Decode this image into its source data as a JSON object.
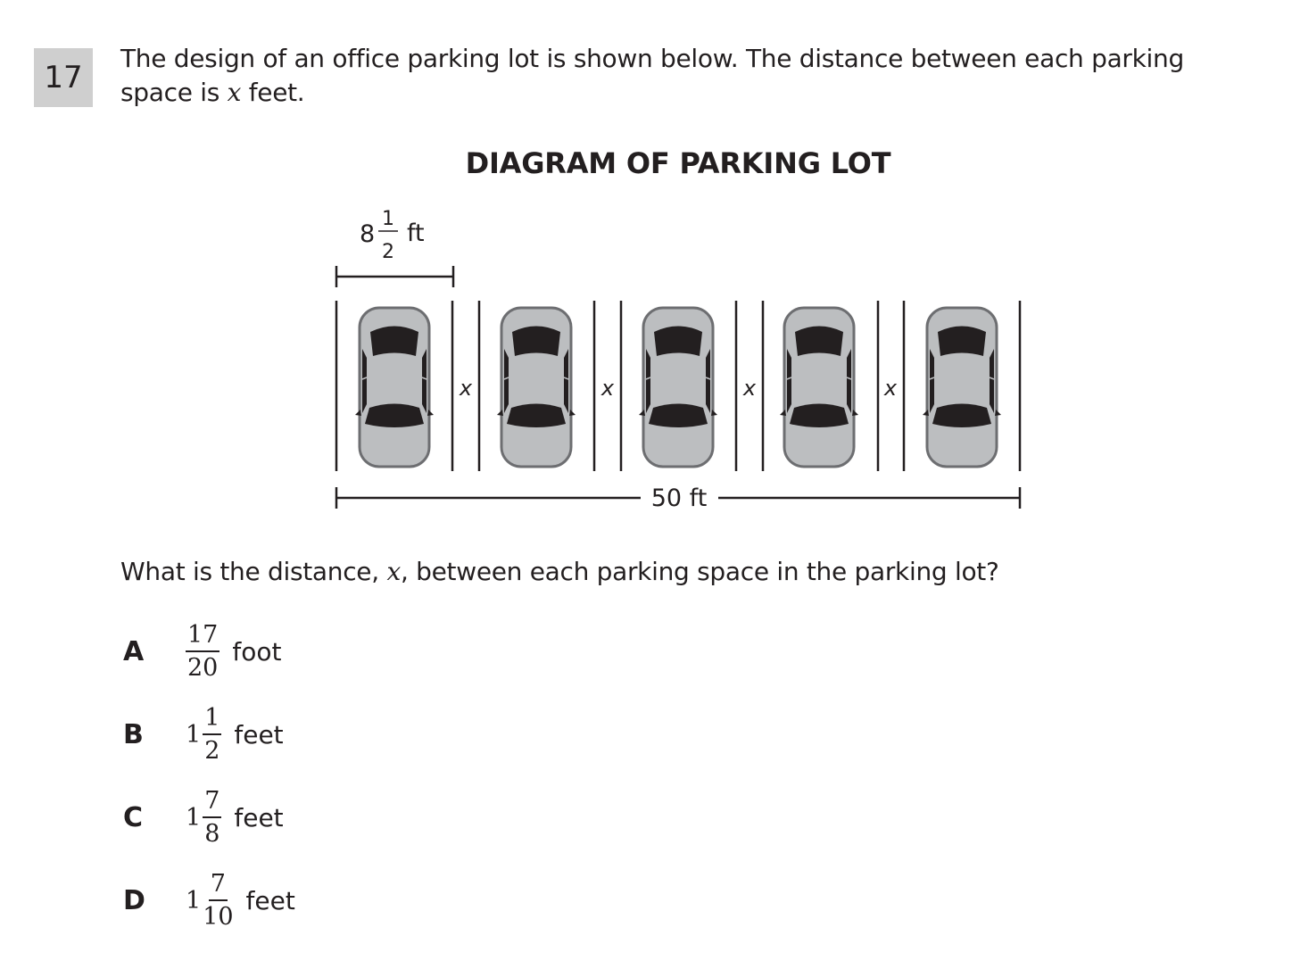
{
  "question": {
    "number": "17",
    "stem_part1": "The design of an office parking lot is shown below. The distance between each parking space is ",
    "stem_var": "x",
    "stem_part2": " feet.",
    "prompt_part1": "What is the distance, ",
    "prompt_var": "x",
    "prompt_part2": ", between each parking space in the parking lot?"
  },
  "diagram": {
    "title": "DIAGRAM OF PARKING LOT",
    "space_width": {
      "whole": "8",
      "numerator": "1",
      "denominator": "2",
      "unit": "ft"
    },
    "total_length": "50 ft",
    "gap_label": "x",
    "num_spaces": 5,
    "colors": {
      "line": "#231f20",
      "car_body": "#bcbec0",
      "car_outline": "#6d6e71",
      "car_glass": "#231f20"
    }
  },
  "choices": [
    {
      "letter": "A",
      "whole": "",
      "numerator": "17",
      "denominator": "20",
      "unit": "foot"
    },
    {
      "letter": "B",
      "whole": "1",
      "numerator": "1",
      "denominator": "2",
      "unit": "feet"
    },
    {
      "letter": "C",
      "whole": "1",
      "numerator": "7",
      "denominator": "8",
      "unit": "feet"
    },
    {
      "letter": "D",
      "whole": "1",
      "numerator": "7",
      "denominator": "10",
      "unit": "feet"
    }
  ]
}
